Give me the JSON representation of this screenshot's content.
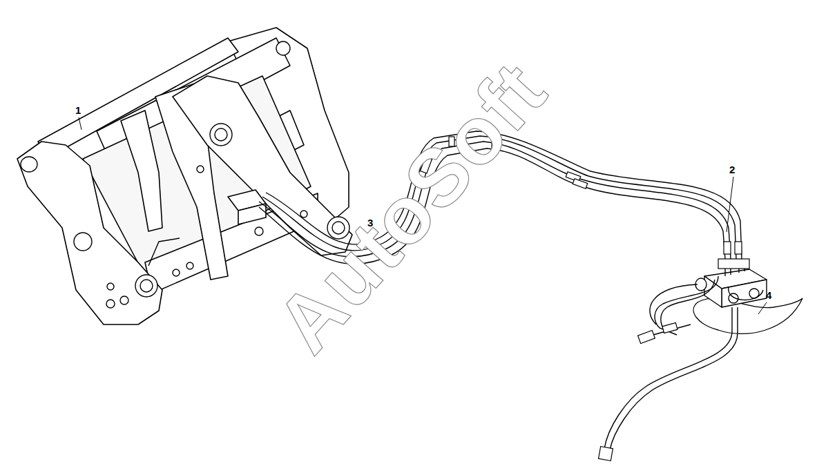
{
  "diagram": {
    "labels": [
      "1",
      "2",
      "3",
      "4",
      "AutoSoft"
    ]
  }
}
